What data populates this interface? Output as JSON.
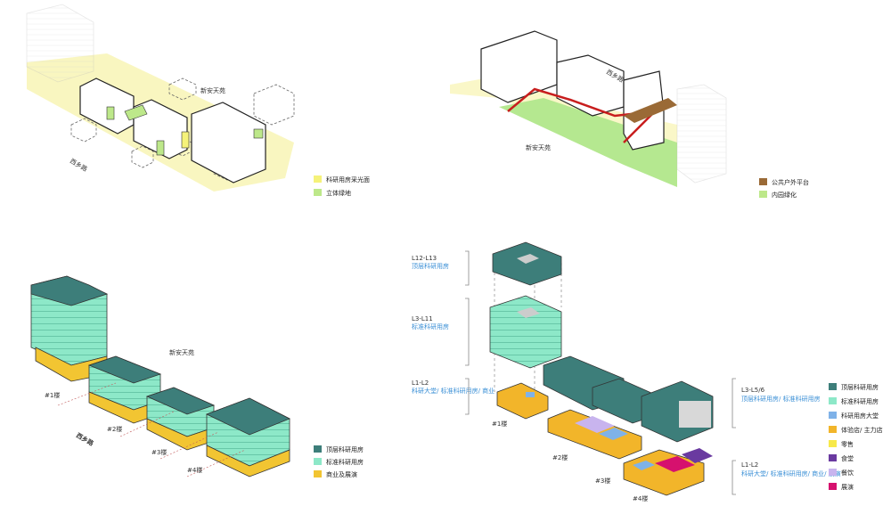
{
  "panel1": {
    "street_top": "新安天苑",
    "street_left": "西乡路",
    "legend": [
      {
        "color": "#f5f27a",
        "label": "科研用房采光面"
      },
      {
        "color": "#bde88a",
        "label": "立体绿地"
      }
    ]
  },
  "panel2": {
    "street_top": "西乡路",
    "street_bottom": "新安天苑",
    "legend": [
      {
        "color": "#9a6a36",
        "label": "公共户外平台"
      },
      {
        "color": "#bde88a",
        "label": "内园绿化"
      }
    ]
  },
  "panel3": {
    "street": "新安天苑",
    "road": "西乡路",
    "buildings": [
      "#1楼",
      "#2楼",
      "#3楼",
      "#4楼"
    ],
    "legend": [
      {
        "color": "#3d7e7a",
        "label": "顶层科研用房"
      },
      {
        "color": "#8de8c8",
        "label": "标准科研用房"
      },
      {
        "color": "#f2c532",
        "label": "商业及展演"
      }
    ]
  },
  "panel4": {
    "labels": [
      {
        "range": "L12-L13",
        "desc": "顶层科研用房"
      },
      {
        "range": "L3-L11",
        "desc": "标准科研用房"
      },
      {
        "range": "L1-L2",
        "desc": "科研大堂/ 标准科研用房/ 商业"
      },
      {
        "range": "L3-L5/6",
        "desc": "顶层科研用房/ 标准科研用房"
      },
      {
        "range": "L1-L2",
        "desc": "科研大堂/ 标准科研用房/ 商业/ 展演"
      }
    ],
    "buildings": [
      "#1楼",
      "#2楼",
      "#3楼",
      "#4楼"
    ],
    "legend": [
      {
        "color": "#3d7e7a",
        "label": "顶层科研用房"
      },
      {
        "color": "#8de8c8",
        "label": "标准科研用房"
      },
      {
        "color": "#7fb2e8",
        "label": "科研用房大堂"
      },
      {
        "color": "#f2b52a",
        "label": "体验店/ 主力店"
      },
      {
        "color": "#f7e94a",
        "label": "零售"
      },
      {
        "color": "#6a3aa0",
        "label": "食堂"
      },
      {
        "color": "#c8b4ee",
        "label": "餐饮"
      },
      {
        "color": "#d6116e",
        "label": "展演"
      }
    ]
  }
}
